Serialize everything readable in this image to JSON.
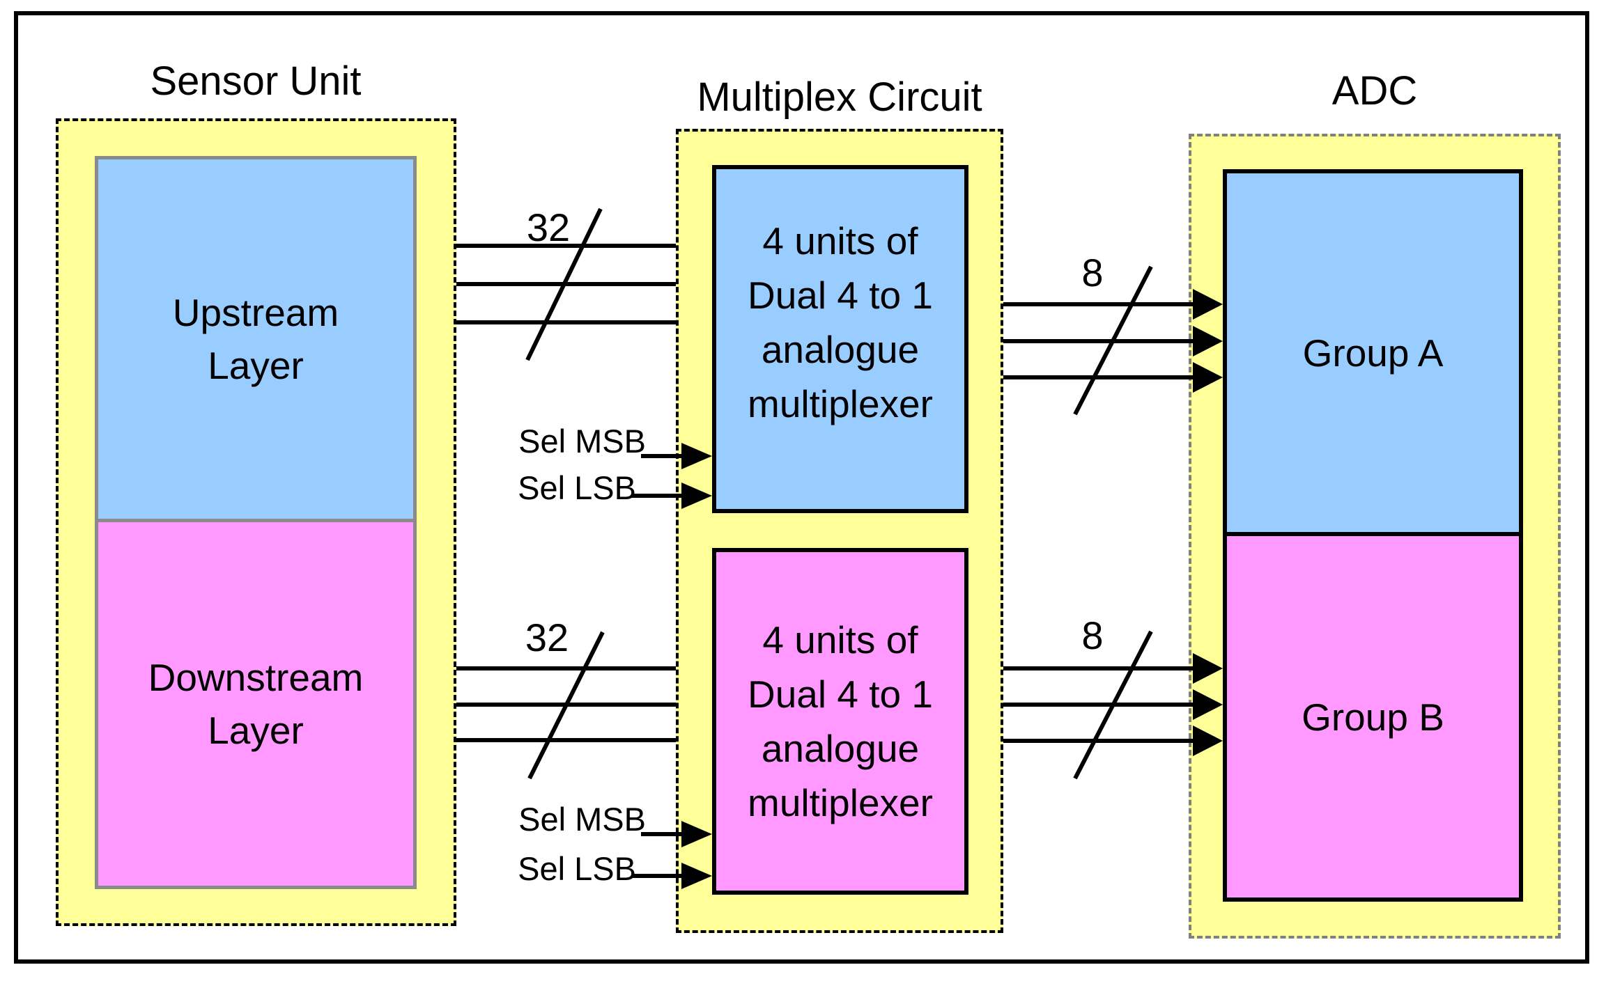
{
  "diagram": {
    "sensor": {
      "title": "Sensor Unit",
      "layers": [
        {
          "lines": [
            "Upstream",
            "Layer"
          ]
        },
        {
          "lines": [
            "Downstream",
            "Layer"
          ]
        }
      ]
    },
    "mux": {
      "title": "Multiplex Circuit",
      "units": [
        {
          "lines": [
            "4 units of",
            "Dual 4 to 1",
            "analogue",
            "multiplexer"
          ]
        },
        {
          "lines": [
            "4 units of",
            "Dual 4 to 1",
            "analogue",
            "multiplexer"
          ]
        }
      ],
      "selects": [
        {
          "msb": "Sel MSB",
          "lsb": "Sel LSB"
        },
        {
          "msb": "Sel MSB",
          "lsb": "Sel LSB"
        }
      ]
    },
    "adc": {
      "title": "ADC",
      "groups": [
        {
          "label": "Group A"
        },
        {
          "label": "Group B"
        }
      ]
    },
    "buses": {
      "sensor_to_mux": [
        {
          "width_label": "32"
        },
        {
          "width_label": "32"
        }
      ],
      "mux_to_adc": [
        {
          "width_label": "8"
        },
        {
          "width_label": "8"
        }
      ]
    },
    "colors": {
      "group_a_blue": "#99CCFF",
      "group_b_pink": "#FF99FF",
      "container_yellow": "#FFFF99",
      "sensor_box_border_gray": "#8A8A8A",
      "adc_dash_gray": "#808080",
      "line_black": "#000000"
    }
  }
}
